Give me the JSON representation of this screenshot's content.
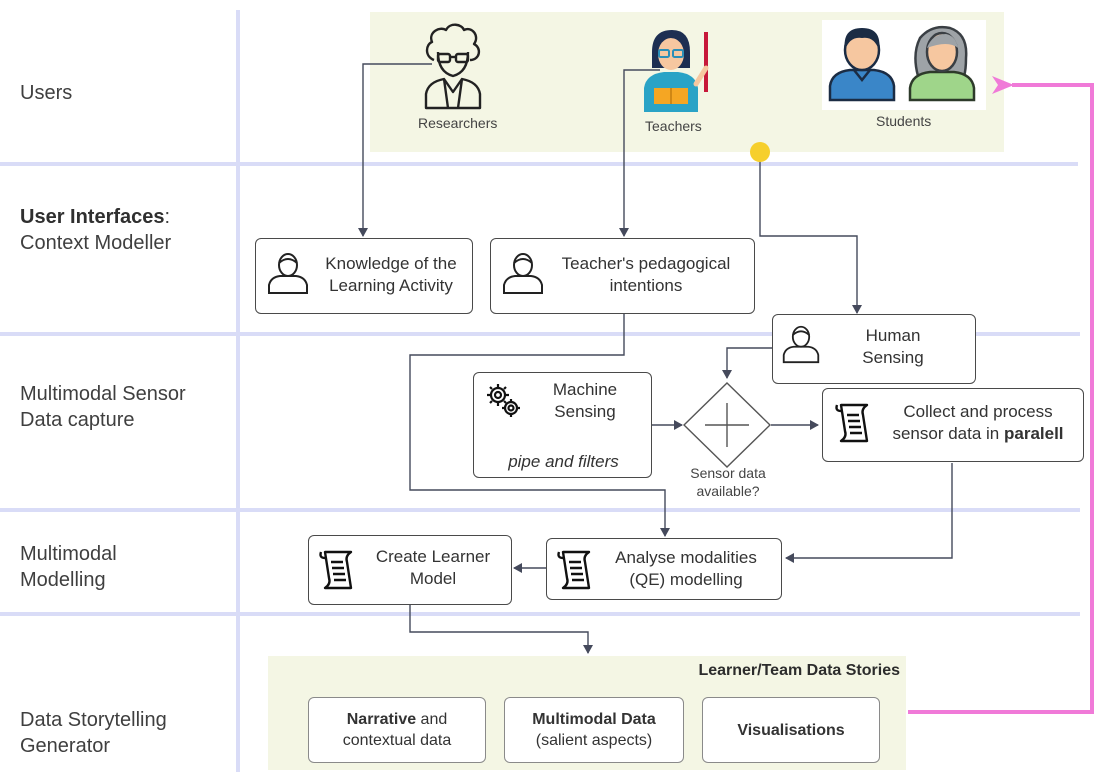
{
  "rows": {
    "users": "Users",
    "ui_bold": "User Interfaces",
    "ui_colon": ":",
    "ui_sub": "Context Modeller",
    "sensor_l1": "Multimodal Sensor",
    "sensor_l2": "Data capture",
    "modelling_l1": "Multimodal",
    "modelling_l2": "Modelling",
    "story_l1": "Data Storytelling",
    "story_l2": "Generator"
  },
  "users": {
    "researchers": "Researchers",
    "teachers": "Teachers",
    "students": "Students"
  },
  "boxes": {
    "knowledge_l1": "Knowledge of the",
    "knowledge_l2": "Learning Activity",
    "teacher_l1": "Teacher's pedagogical",
    "teacher_l2": "intentions",
    "human_l1": "Human",
    "human_l2": "Sensing",
    "machine_l1": "Machine",
    "machine_l2": "Sensing",
    "machine_l3": "pipe and filters",
    "collect_l1": "Collect and process",
    "collect_l2": "sensor data in ",
    "collect_bold": "paralell",
    "gateway_l1": "Sensor data",
    "gateway_l2": "available?",
    "analyse_l1": "Analyse modalities",
    "analyse_l2": "(QE) modelling",
    "create_l1": "Create Learner",
    "create_l2": "Model"
  },
  "stories": {
    "title": "Learner/Team Data Stories",
    "narrative_bold": "Narrative",
    "narrative_rest": " and",
    "narrative_l2": "contextual data",
    "multimodal_bold": "Multimodal Data",
    "multimodal_l2": "(salient aspects)",
    "visualisations": "Visualisations"
  },
  "colors": {
    "separator": "#d9dcf7",
    "band": "#f4f6e4",
    "feedback_arrow": "#f07ad8",
    "connector": "#454a5c",
    "start_dot": "#f6cf2c"
  },
  "icons": [
    "researcher-icon",
    "teacher-icon",
    "student-male-icon",
    "student-female-icon",
    "person-icon",
    "gear-icon",
    "script-icon"
  ]
}
